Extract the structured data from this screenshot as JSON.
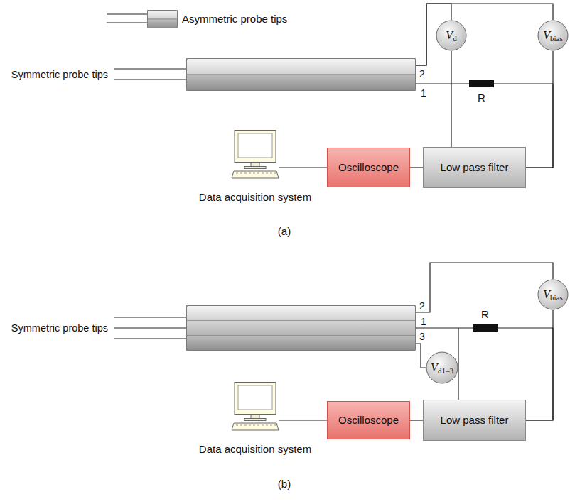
{
  "diagram": {
    "nodes": [
      {
        "text": [
          "Asymmetric probe tips"
        ]
      },
      {
        "text": [
          "Symmetric probe tips"
        ]
      },
      {
        "text": [
          "Vd"
        ]
      },
      {
        "text": [
          "Vbias"
        ]
      },
      {
        "text": [
          "R"
        ]
      },
      {
        "text": [
          "Data acquisition system"
        ]
      },
      {
        "text": [
          "Oscilloscope"
        ]
      },
      {
        "text": [
          "Low pass filter"
        ]
      },
      {
        "text": [
          "Symmetric probe tips"
        ]
      },
      {
        "text": [
          "Vbias"
        ]
      },
      {
        "text": [
          "Vd1–3"
        ]
      },
      {
        "text": [
          "R"
        ]
      },
      {
        "text": [
          "Data acquisition system"
        ]
      },
      {
        "text": [
          "Oscilloscope"
        ]
      },
      {
        "text": [
          "Low pass filter"
        ]
      }
    ],
    "edges": [
      {
        "from": 1,
        "to": 2,
        "arrow": "none"
      },
      {
        "from": 1,
        "to": 3,
        "arrow": "none"
      },
      {
        "from": 1,
        "to": 4,
        "arrow": "none"
      },
      {
        "from": 2,
        "to": 7,
        "arrow": "none"
      },
      {
        "from": 3,
        "to": 7,
        "arrow": "none"
      },
      {
        "from": 4,
        "to": 7,
        "arrow": "none"
      },
      {
        "from": 7,
        "to": 6,
        "arrow": "none"
      },
      {
        "from": 6,
        "to": 5,
        "arrow": "none"
      },
      {
        "from": 8,
        "to": 9,
        "arrow": "none"
      },
      {
        "from": 8,
        "to": 11,
        "arrow": "none"
      },
      {
        "from": 8,
        "to": 10,
        "arrow": "none"
      },
      {
        "from": 10,
        "to": 14,
        "arrow": "none"
      },
      {
        "from": 9,
        "to": 14,
        "arrow": "none"
      },
      {
        "from": 11,
        "to": 14,
        "arrow": "none"
      },
      {
        "from": 14,
        "to": 13,
        "arrow": "none"
      },
      {
        "from": 13,
        "to": 12,
        "arrow": "none"
      }
    ],
    "labels": [
      "2",
      "1",
      "(a)",
      "2",
      "1",
      "3",
      "(b)"
    ]
  }
}
